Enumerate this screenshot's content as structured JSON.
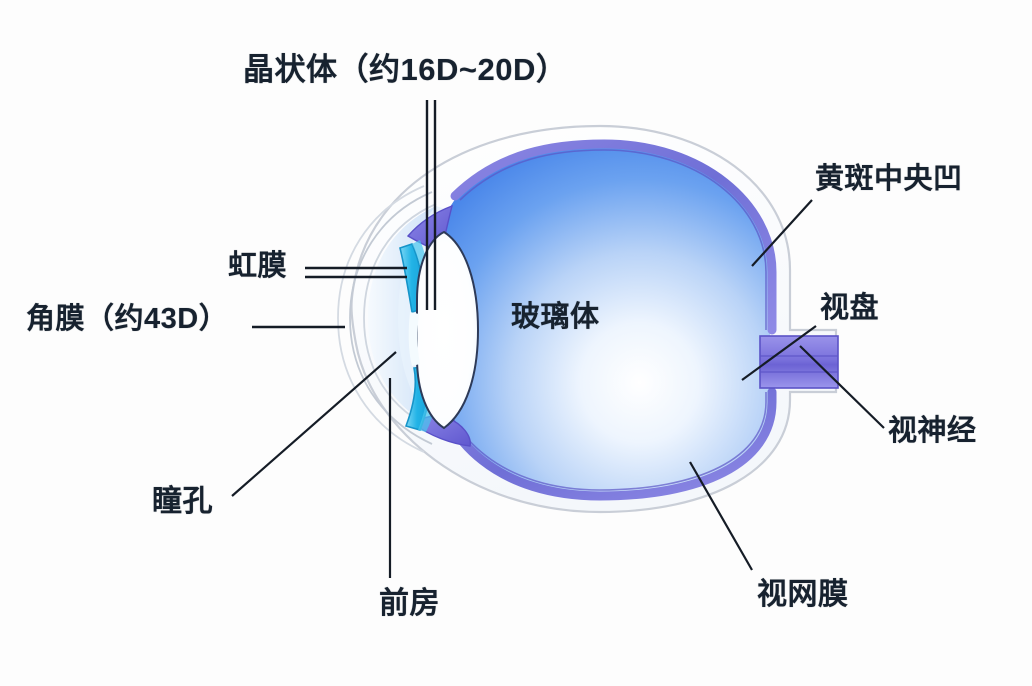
{
  "diagram": {
    "title_subject": "eye-anatomy-cross-section",
    "background_color": "#fdfdfd",
    "text_color": "#17222f"
  },
  "labels": {
    "lens": "晶状体（约16D~20D）",
    "iris": "虹膜",
    "cornea": "角膜（约43D）",
    "pupil": "瞳孔",
    "anterior_chamber": "前房",
    "vitreous": "玻璃体",
    "fovea": "黄斑中央凹",
    "optic_disc": "视盘",
    "optic_nerve": "视神经",
    "retina": "视网膜"
  },
  "colors": {
    "vitreous_edge": "#4a8bec",
    "vitreous_core": "#ffffff",
    "retina_band": "#6f6fd6",
    "iris": "#2bb7e8",
    "optic_nerve": "#7b72dd",
    "sclera_outline": "#c8cdd6",
    "leader_line": "#151c26"
  }
}
